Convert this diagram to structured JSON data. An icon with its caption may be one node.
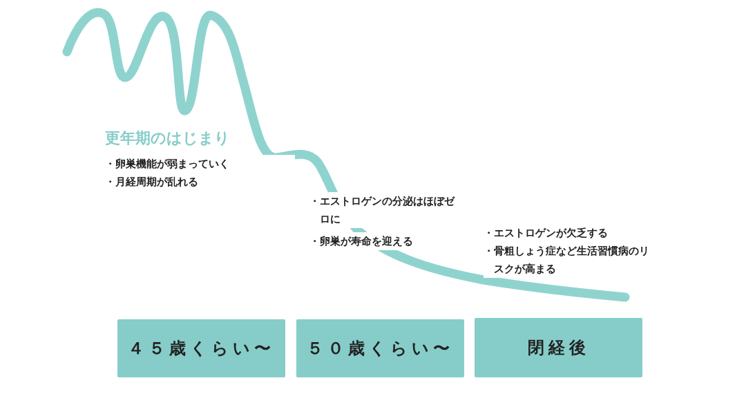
{
  "diagram": {
    "nodes": [
      {
        "text": [
          "４５歳くらい〜"
        ]
      },
      {
        "text": [
          "５０歳くらい〜"
        ]
      },
      {
        "text": [
          "閉経後"
        ]
      }
    ],
    "edges": [],
    "labels": [
      "更年期のはじまり",
      "・卵巣機能が弱まっていく",
      "・月経周期が乱れる",
      "・エストロゲンの分泌はほぼゼロに",
      "・卵巣が寿命を迎える",
      "・エストロゲンが欠乏する",
      "・骨粗しょう症など生活習慣病のリスクが高まる"
    ]
  }
}
